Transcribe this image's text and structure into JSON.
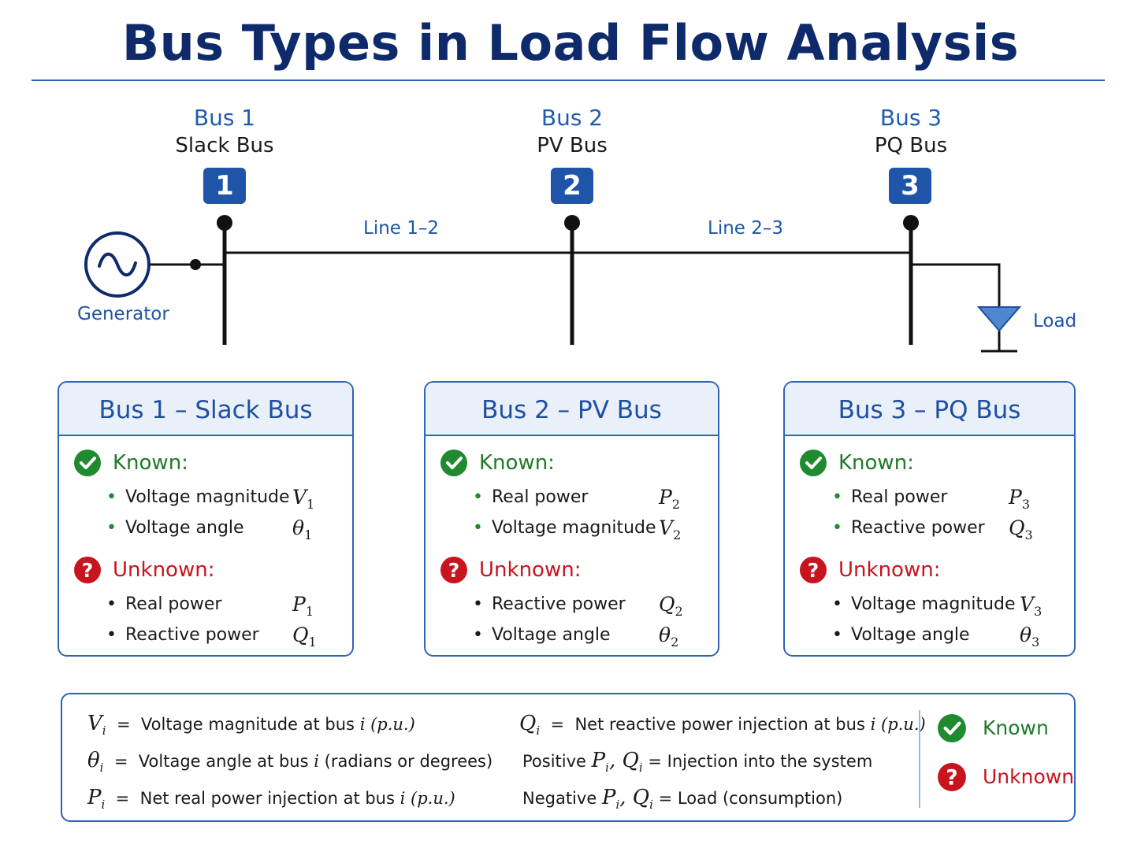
{
  "title": "Bus Types in Load Flow Analysis",
  "colors": {
    "title": "#0f2a6b",
    "accent": "#1e55a8",
    "known": "#1f7a2a",
    "unknown": "#c8141e",
    "line": "#111111"
  },
  "buses": [
    {
      "name": "Bus 1",
      "type": "Slack Bus",
      "number": "1"
    },
    {
      "name": "Bus 2",
      "type": "PV Bus",
      "number": "2"
    },
    {
      "name": "Bus 3",
      "type": "PQ Bus",
      "number": "3"
    }
  ],
  "diagram": {
    "line_12": "Line 1–2",
    "line_23": "Line 2–3",
    "generator_label": "Generator",
    "generator_icon": "ac-generator-icon",
    "load_label": "Load",
    "load_icon": "load-arrow-icon"
  },
  "cards": [
    {
      "title": "Bus 1 – Slack Bus",
      "known_title": "Known:",
      "known": [
        {
          "label": "Voltage magnitude",
          "sym": "V",
          "sub": "1"
        },
        {
          "label": "Voltage angle",
          "sym": "θ",
          "sub": "1"
        }
      ],
      "unknown_title": "Unknown:",
      "unknown": [
        {
          "label": "Real power",
          "sym": "P",
          "sub": "1"
        },
        {
          "label": "Reactive power",
          "sym": "Q",
          "sub": "1"
        }
      ]
    },
    {
      "title": "Bus 2 – PV Bus",
      "known_title": "Known:",
      "known": [
        {
          "label": "Real power",
          "sym": "P",
          "sub": "2"
        },
        {
          "label": "Voltage magnitude",
          "sym": "V",
          "sub": "2"
        }
      ],
      "unknown_title": "Unknown:",
      "unknown": [
        {
          "label": "Reactive power",
          "sym": "Q",
          "sub": "2"
        },
        {
          "label": "Voltage angle",
          "sym": "θ",
          "sub": "2"
        }
      ]
    },
    {
      "title": "Bus 3 – PQ Bus",
      "known_title": "Known:",
      "known": [
        {
          "label": "Real power",
          "sym": "P",
          "sub": "3"
        },
        {
          "label": "Reactive power",
          "sym": "Q",
          "sub": "3"
        }
      ],
      "unknown_title": "Unknown:",
      "unknown": [
        {
          "label": "Voltage magnitude",
          "sym": "V",
          "sub": "3"
        },
        {
          "label": "Voltage angle",
          "sym": "θ",
          "sub": "3"
        }
      ]
    }
  ],
  "legend": {
    "v": {
      "sym": "V",
      "sub": "i",
      "eq": "=",
      "text": "Voltage magnitude at bus",
      "var": "i",
      "unit": "(p.u.)"
    },
    "theta": {
      "sym": "θ",
      "sub": "i",
      "eq": "=",
      "text": "Voltage angle at bus",
      "var": "i",
      "unit": "(radians or degrees)"
    },
    "p": {
      "sym": "P",
      "sub": "i",
      "eq": "=",
      "text": "Net real power injection at bus",
      "var": "i",
      "unit": "(p.u.)"
    },
    "q": {
      "sym": "Q",
      "sub": "i",
      "eq": "=",
      "text": "Net reactive power injection at bus",
      "var": "i",
      "unit": "(p.u.)"
    },
    "positive": {
      "prefix": "Positive",
      "sym1": "P",
      "sub1": "i",
      "comma": ",",
      "sym2": "Q",
      "sub2": "i",
      "eq": "=",
      "text": "Injection into the system"
    },
    "negative": {
      "prefix": "Negative",
      "sym1": "P",
      "sub1": "i",
      "comma": ",",
      "sym2": "Q",
      "sub2": "i",
      "eq": "=",
      "text": "Load",
      "unit": "(consumption)"
    },
    "key_known": "Known",
    "key_unknown": "Unknown",
    "known_icon": "check-circle-icon",
    "unknown_icon": "question-circle-icon"
  }
}
